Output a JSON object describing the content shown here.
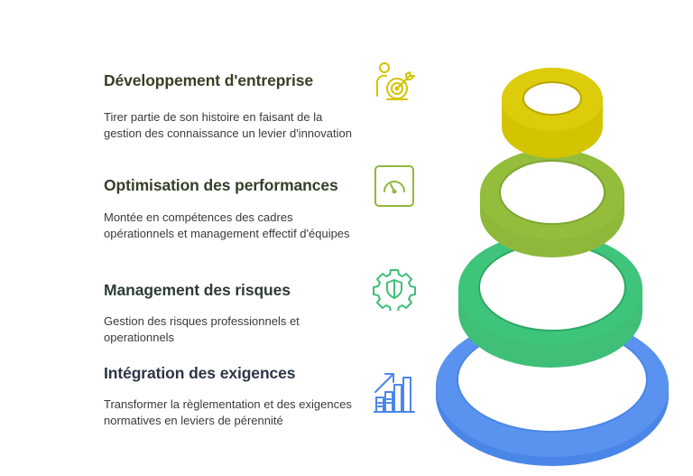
{
  "items": [
    {
      "title": "Développement d'entreprise",
      "description": "Tirer partie de son histoire en faisant de la gestion des connaissance un levier d'innovation",
      "icon": "target-person-icon",
      "color": "#d4c400",
      "title_color": "#3b3f23"
    },
    {
      "title": "Optimisation des performances",
      "description": "Montée en compétences des cadres opérationnels et management effectif d'équipes",
      "icon": "gauge-icon",
      "color": "#8fb83a",
      "title_color": "#34402a"
    },
    {
      "title": "Management des risques",
      "description": "Gestion des risques professionnels et operationnels",
      "icon": "shield-gear-icon",
      "color": "#3fbf78",
      "title_color": "#2d3c37"
    },
    {
      "title": "Intégration des exigences",
      "description": "Transformer la règlementation et des exigences normatives en leviers de pérennité",
      "icon": "growth-chart-icon",
      "color": "#4a86e8",
      "title_color": "#2d3546"
    }
  ]
}
